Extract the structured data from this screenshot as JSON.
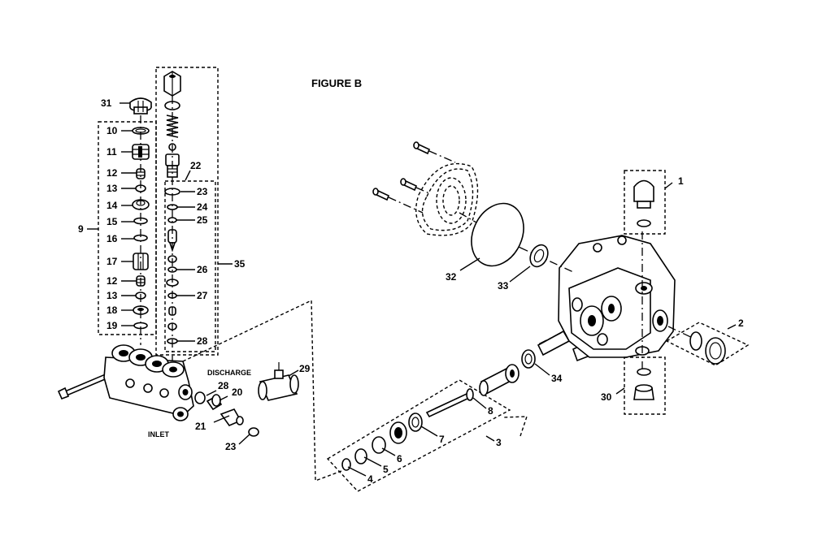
{
  "figure": {
    "title": "FIGURE B",
    "annotations": {
      "discharge": "DISCHARGE",
      "inlet": "INLET"
    }
  },
  "callouts": {
    "c1": "1",
    "c2": "2",
    "c3": "3",
    "c4": "4",
    "c5": "5",
    "c6": "6",
    "c7": "7",
    "c8": "8",
    "c9": "9",
    "c10": "10",
    "c11": "11",
    "c12a": "12",
    "c12b": "12",
    "c13a": "13",
    "c13b": "13",
    "c14": "14",
    "c15": "15",
    "c16": "16",
    "c17": "17",
    "c18": "18",
    "c19": "19",
    "c20": "20",
    "c21": "21",
    "c22": "22",
    "c23a": "23",
    "c23b": "23",
    "c24": "24",
    "c25": "25",
    "c26": "26",
    "c27": "27",
    "c28a": "28",
    "c28b": "28",
    "c29": "29",
    "c30": "30",
    "c31": "31",
    "c32": "32",
    "c33": "33",
    "c34": "34",
    "c35": "35"
  }
}
